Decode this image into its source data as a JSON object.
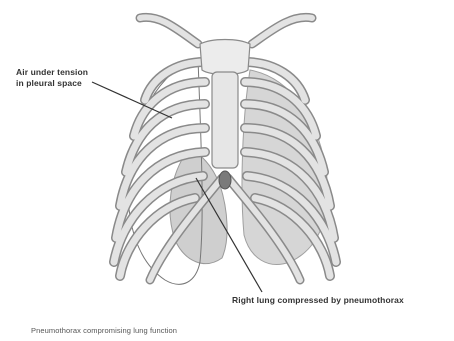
{
  "labels": {
    "air_line1": "Air under tension",
    "air_line2": "in pleural space",
    "right_lung": "Right lung compressed by pneumothorax"
  },
  "caption": "Pneumothorax compromising lung function",
  "colors": {
    "bone_fill": "#e3e3e3",
    "bone_stroke": "#8a8a8a",
    "lung_fill": "#cfcfcf",
    "rib_shadow": "#b8b8b8",
    "leader_line": "#333333",
    "text": "#333333"
  }
}
